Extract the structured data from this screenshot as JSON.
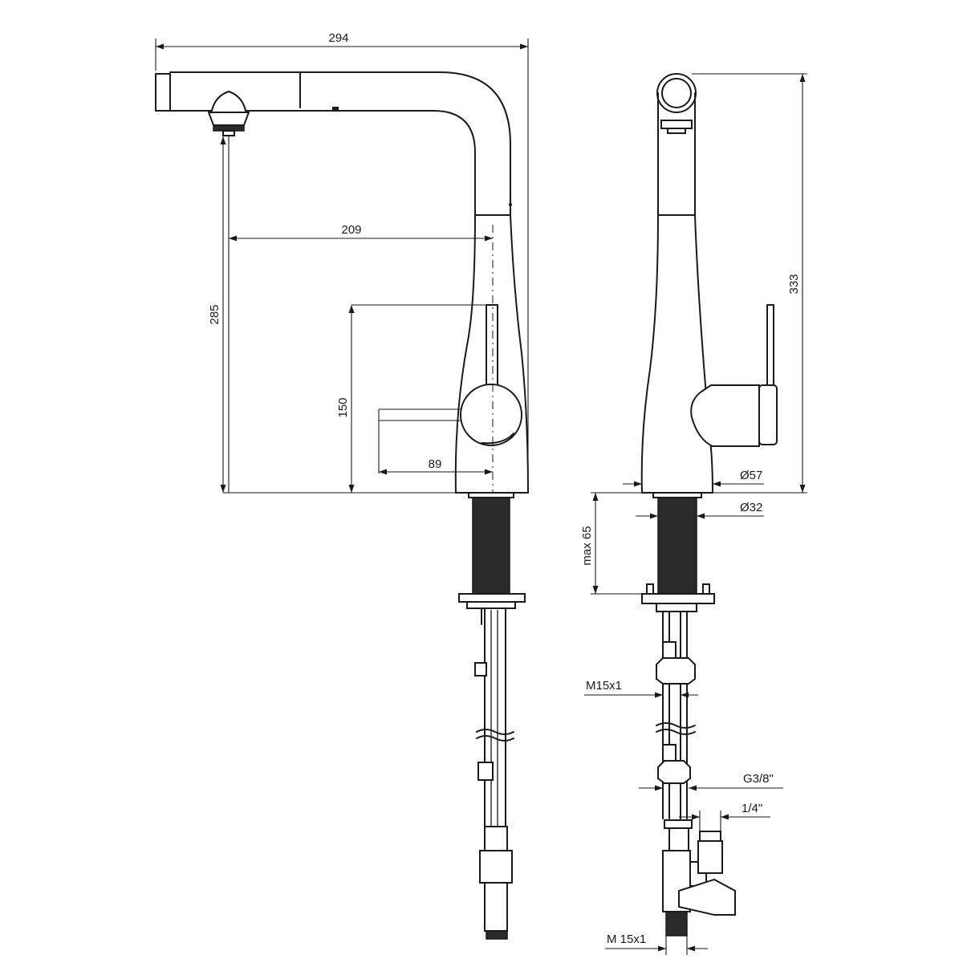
{
  "dimensions": {
    "overall_width": "294",
    "spout_reach": "209",
    "spout_height": "285",
    "lever_height": "150",
    "lever_reach": "89",
    "total_height": "333",
    "base_diameter": "Ø57",
    "shank_diameter": "Ø32",
    "max_thickness": "max 65",
    "hose_thread": "M15x1",
    "inlet_thread": "G3/8\"",
    "valve_size": "1/4\"",
    "bottom_thread": "M 15x1"
  },
  "colors": {
    "line": "#1a1a1a",
    "background": "#ffffff"
  }
}
